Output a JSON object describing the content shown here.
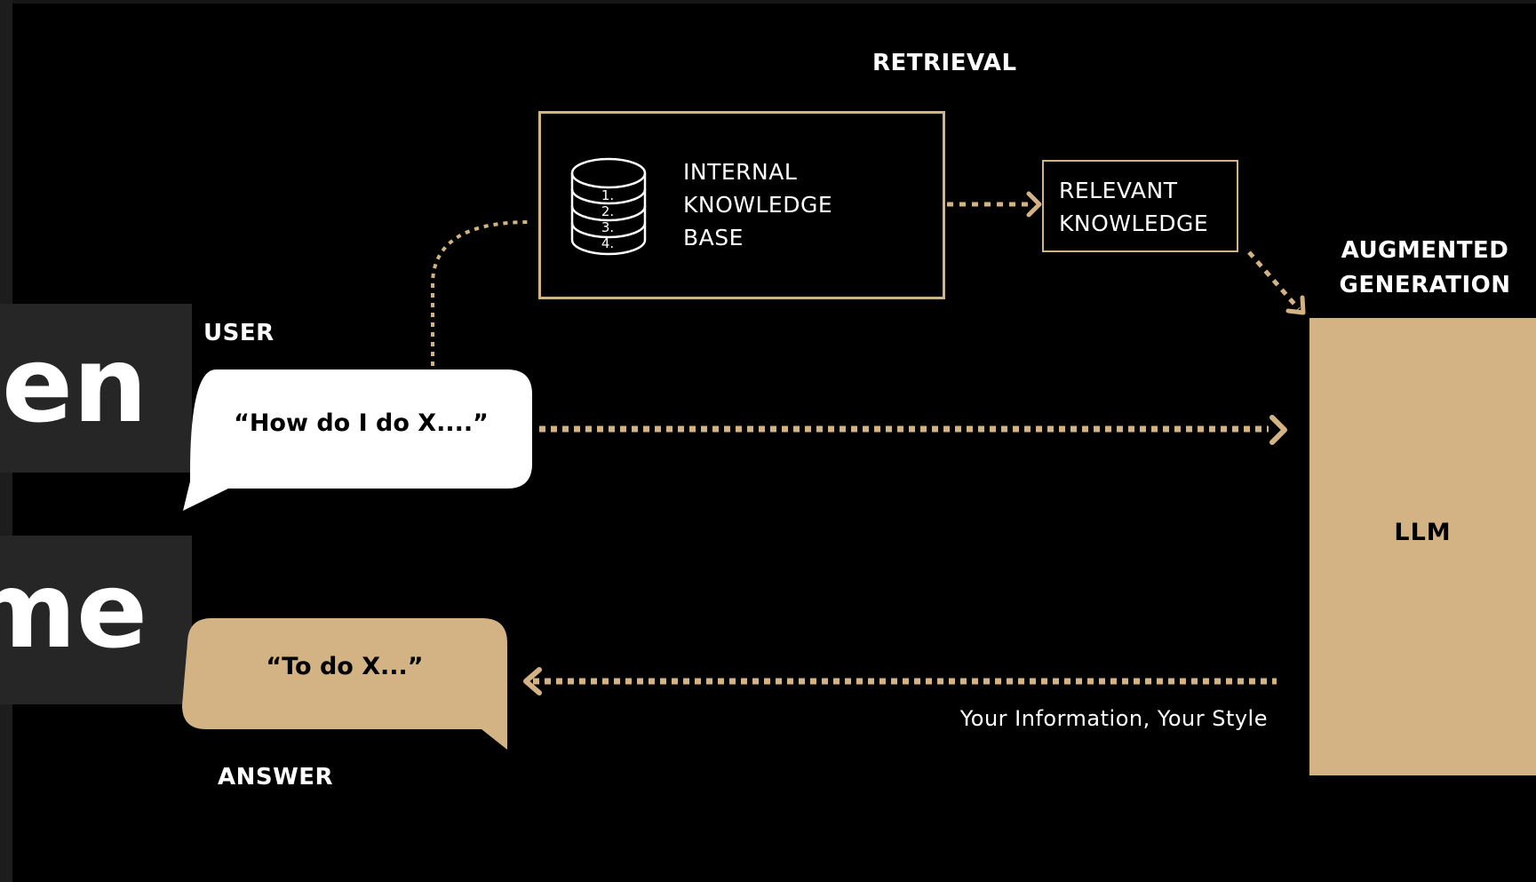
{
  "colors": {
    "background": "#000000",
    "accent": "#d3b283",
    "text": "#ffffff",
    "backdrop_panel": "#262626"
  },
  "background_words": {
    "top": "hen",
    "bottom": "me"
  },
  "labels": {
    "retrieval": "RETRIEVAL",
    "user": "USER",
    "answer": "ANSWER",
    "augmented_line1": "AUGMENTED",
    "augmented_line2": "GENERATION",
    "caption": "Your Information, Your Style"
  },
  "knowledge_base": {
    "icon": "database-icon",
    "line1": "INTERNAL",
    "line2": "KNOWLEDGE",
    "line3": "BASE",
    "icon_items": [
      "1.",
      "2.",
      "3.",
      "4."
    ]
  },
  "relevant_knowledge": {
    "line1": "RELEVANT",
    "line2": "KNOWLEDGE"
  },
  "llm": {
    "label": "LLM"
  },
  "user_bubble": {
    "text": "“How do I do X....”"
  },
  "answer_bubble": {
    "text": "“To do X...”"
  },
  "arrows": {
    "arrow_to_relevant": "arrow-right-icon",
    "arrow_to_llm_diag": "arrow-down-right-icon",
    "arrow_to_llm": "arrow-right-icon",
    "arrow_to_answer": "arrow-left-icon"
  }
}
